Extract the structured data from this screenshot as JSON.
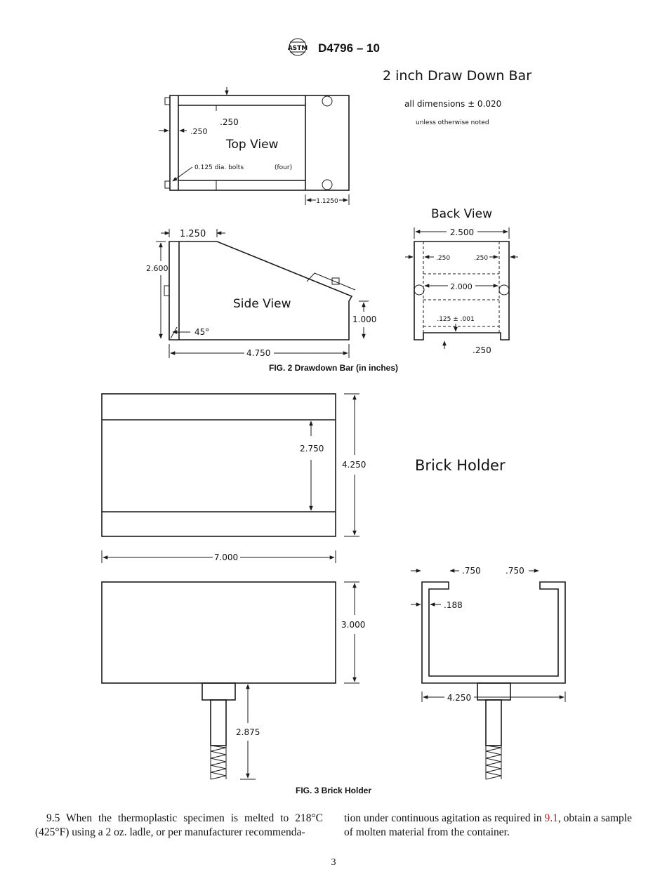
{
  "header": {
    "logo_text": "ASTM",
    "designation": "D4796 – 10"
  },
  "fig2": {
    "title": "2 inch Draw Down Bar",
    "tolerance": "all dimensions ± 0.020",
    "tolerance_note": "unless otherwise noted",
    "top_view": {
      "label": "Top View",
      "dim_top": ".250",
      "dim_left": ".250",
      "bolts": "0.125 dia. bolts",
      "bolts_count": "(four)",
      "dim_bottom": "1.1250"
    },
    "side_view": {
      "label": "Side View",
      "dim_top": "1.250",
      "dim_height": "2.600",
      "angle": "45°",
      "dim_right": "1.000",
      "dim_bottom": "4.750"
    },
    "back_view": {
      "label": "Back View",
      "dim_width": "2.500",
      "dim_left": ".250",
      "dim_right": ".250",
      "dim_inner": "2.000",
      "dim_gap": ".125 ± .001",
      "dim_bottom": ".250"
    },
    "caption": "FIG. 2 Drawdown Bar (in inches)"
  },
  "fig3": {
    "title": "Brick Holder",
    "dim_inner": "2.750",
    "dim_outer": "4.250",
    "dim_length": "7.000",
    "dim_height": "3.000",
    "dim_stem": "2.875",
    "dim_lip_left": ".750",
    "dim_lip_right": ".750",
    "dim_wall": ".188",
    "dim_width": "4.250",
    "caption": "FIG. 3 Brick Holder"
  },
  "body": {
    "left": "9.5 When the thermoplastic specimen is melted to 218°C (425°F) using a 2 oz. ladle, or per manufacturer recommenda-",
    "right_pre": "tion under continuous agitation as required in ",
    "right_link": "9.1",
    "right_post": ", obtain a sample of molten material from the container."
  },
  "page_number": "3"
}
